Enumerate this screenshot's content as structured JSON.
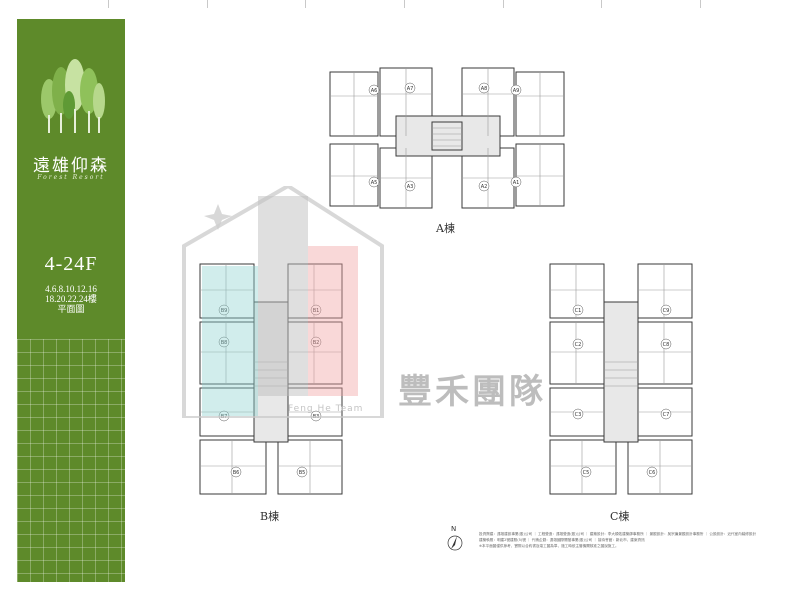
{
  "brand": {
    "title": "遠雄仰森",
    "subtitle": "Forest Resort"
  },
  "floors": {
    "range": "4-24F",
    "list_line1": "4.6.8.10.12.16",
    "list_line2": "18.20.22.24樓",
    "list_line3": "平面圖"
  },
  "buildings": {
    "a_label": "A棟",
    "b_label": "B棟",
    "c_label": "C棟",
    "a_units": [
      "A6",
      "A7",
      "A8",
      "A9",
      "A5",
      "A3",
      "A2",
      "A1"
    ],
    "b_units": [
      "B9",
      "B1",
      "B8",
      "B2",
      "B7",
      "B3",
      "B6",
      "B5"
    ],
    "c_units": [
      "C1",
      "C9",
      "C2",
      "C8",
      "C3",
      "C7",
      "C5",
      "C6"
    ]
  },
  "watermark": {
    "name": "豐禾團隊",
    "sub": "Feng He Team"
  },
  "compass": {
    "label": "N"
  },
  "notes": {
    "line1": "投資興建：遠雄建設事業(股)公司 ｜ 工程營造：遠雄營造(股)公司 ｜ 建築設計：李大順佑建築師事務所 ｜ 景觀設計：吳宗廉景觀設計事務所 ｜ 公設設計：近代室內裝修設計",
    "line2": "建築執照：明建2號建照(5)號 ｜ 代銷企劃：遠雄國際開發事業(股)公司 ｜ 接待會館：新北市，建案資訊",
    "line3": "※本平面圖僅供參考，實際以合約書及竣工圖為準，施工時依主管機關核准之圖說施工。"
  },
  "colors": {
    "sidebar": "#5e8a2a",
    "plan_line": "#3a3a3a",
    "core": "#e8e8e8"
  }
}
